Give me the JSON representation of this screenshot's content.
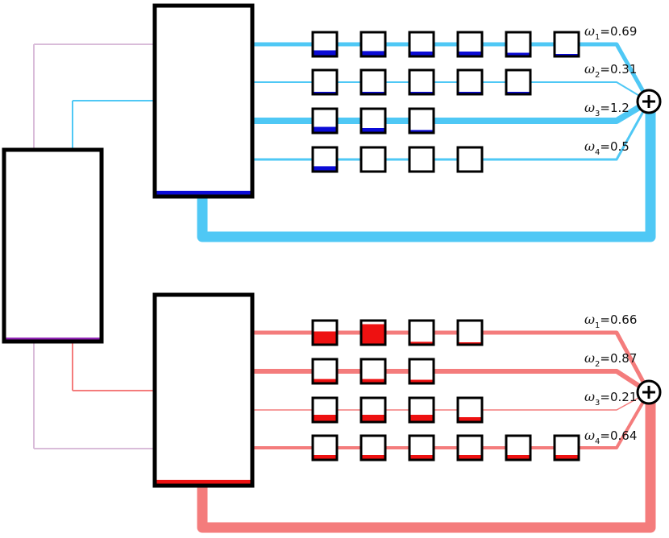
{
  "colors": {
    "blue_line": "#4fc8f5",
    "blue_fill": "#0b0bd6",
    "red_line": "#f47c7c",
    "red_fill": "#ee1111",
    "lilac_line": "#d9bcd9",
    "purple_fill": "#8a1ab0",
    "stroke": "#000000"
  },
  "diagram": {
    "symbol": "ω",
    "sum_icon": "plus-circle-icon",
    "top_group": {
      "weights": [
        {
          "index": "1",
          "text": "=0.69"
        },
        {
          "index": "2",
          "text": "=0.31"
        },
        {
          "index": "3",
          "text": "=1.2"
        },
        {
          "index": "4",
          "text": "=0.5"
        }
      ],
      "branch_fill_levels": [
        [
          0.25,
          0.22,
          0.2,
          0.2,
          0.15,
          0.1
        ],
        [
          0.05,
          0.05,
          0.05,
          0.05,
          0.05
        ],
        [
          0.25,
          0.2,
          0.12
        ],
        [
          0.22,
          0.0,
          0.0,
          0.0
        ]
      ]
    },
    "bottom_group": {
      "weights": [
        {
          "index": "1",
          "text": "=0.66"
        },
        {
          "index": "2",
          "text": "=0.87"
        },
        {
          "index": "3",
          "text": "=0.21"
        },
        {
          "index": "4",
          "text": "=0.64"
        }
      ],
      "branch_fill_levels": [
        [
          0.55,
          0.85,
          0.12,
          0.05
        ],
        [
          0.18,
          0.18,
          0.15
        ],
        [
          0.3,
          0.3,
          0.3,
          0.2
        ],
        [
          0.2,
          0.2,
          0.2,
          0.2,
          0.2,
          0.2
        ]
      ]
    },
    "fill_levels": {
      "left_box": 0.02,
      "top_box": 0.03,
      "bottom_box": 0.03
    }
  }
}
